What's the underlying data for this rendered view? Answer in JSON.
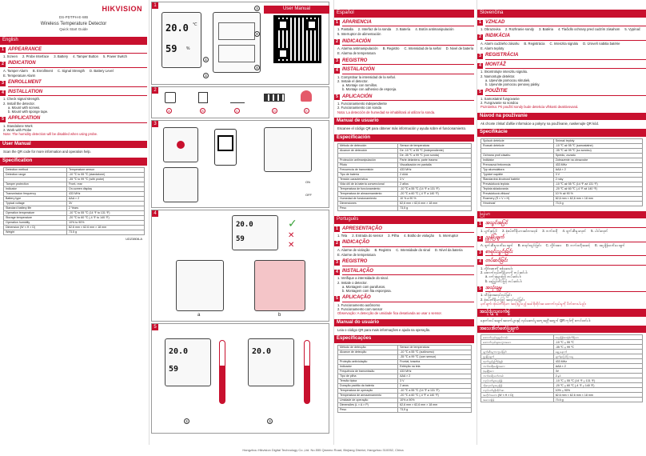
{
  "brand": "HIKVISION",
  "model": "DS-PDTPH-E-WB",
  "product_name": "Wireless Temperature Detector",
  "guide_title": "Quick Start Guide",
  "doc_code": "UD23808-A",
  "footer": "Hangzhou Hikvision Digital Technology Co.,Ltd. No.555 Qianmo Road, Binjiang District, Hangzhou 310052, China",
  "figure": {
    "user_manual_label": "User Manual",
    "display_temp": "20.0",
    "display_hum": "59",
    "temp_unit": "℃",
    "hum_unit": "%",
    "panel_nums": [
      "1",
      "2",
      "3",
      "4",
      "5"
    ],
    "callouts": [
      "①",
      "②",
      "③",
      "④",
      "⑤"
    ],
    "battery_labels": [
      "A",
      "B",
      "C",
      "D",
      "E"
    ],
    "switch_labels": [
      "ON",
      "OFF"
    ],
    "mount_labels": [
      "a",
      "b"
    ],
    "panel5_callouts": [
      "①",
      "②"
    ]
  },
  "english": {
    "lang": "English",
    "appearance_title": "APPEARANCE",
    "appearance_items": [
      "1. Screen",
      "2. Probe Interface",
      "3. Battery",
      "4. Tamper Button",
      "5. Power Switch"
    ],
    "indication_title": "INDICATION",
    "indication_items": [
      "A. Tamper Alarm",
      "B. Enrollment",
      "C. Signal Strength",
      "D. Battery Level",
      "E. Temperature Alarm"
    ],
    "enrollment_title": "ENROLLMENT",
    "installation_title": "INSTALLATION",
    "installation_items": [
      "1. Check signal strength.",
      "2. Install the detector."
    ],
    "installation_sub": [
      "a. Mount with screws.",
      "b. Mount with sponge tape."
    ],
    "application_title": "APPLICATION",
    "application_items": [
      "1. Standalone Work",
      "2. Work with Probe"
    ],
    "application_note": "Note: The humidity detection will be disabled when using probe.",
    "user_manual_title": "User Manual",
    "user_manual_text": "Scan the QR code for more information and operation help.",
    "spec_title": "Specification",
    "spec": [
      [
        "Detection method",
        "Temperature sensor"
      ],
      [
        "Detection range",
        "-10 ℃ to 55 ℃ (standalone)"
      ],
      [
        "",
        "-35 ℃ to 99 ℃ (with probe)"
      ],
      [
        "Tamper protection",
        "Front, rear"
      ],
      [
        "Indicator",
        "On-screen display"
      ],
      [
        "Transmission frequency",
        "433 MHz"
      ],
      [
        "Battery type",
        "AAA × 2"
      ],
      [
        "Typical voltage",
        "3V"
      ],
      [
        "Standard battery life",
        "2 Years"
      ],
      [
        "Operation temperature",
        "-10 ℃ to 55 ℃ (14 ℉ to 131 ℉)"
      ],
      [
        "Storage temperature",
        "-20 ℃ to 60 ℃ (-4 ℉ to 140 ℉)"
      ],
      [
        "Operation humidity",
        "10% to 90%"
      ],
      [
        "Dimension (W × H × D)",
        "62.6 mm × 62.6 mm × 18 mm"
      ],
      [
        "Weight",
        "73.5 g"
      ]
    ]
  },
  "espanol": {
    "lang": "Español",
    "s1": "APARIENCIA",
    "s1_items": [
      "1. Pantalla",
      "2. Interfaz de la sonda",
      "3. Batería",
      "4. Botón antimanipulación",
      "5. Interruptor de alimentación"
    ],
    "s2": "INDICACIÓN",
    "s2_items": [
      "A. Alarma antimanipulación",
      "B. Registro",
      "C. Intensidad de la señal",
      "D. Nivel de batería",
      "E. Alarma de temperatura"
    ],
    "s3": "REGISTRO",
    "s4": "INSTALACIÓN",
    "s4_items": [
      "1. Comprobar la intensidad de la señal.",
      "2. Instale el detector."
    ],
    "s4_sub": [
      "a. Montaje con tornillos.",
      "b. Montaje con adhesivo de esponja."
    ],
    "s5": "APLICACIÓN",
    "s5_items": [
      "1. Funcionamiento independiente",
      "2. Funcionamiento con sonda"
    ],
    "s5_note": "Nota: La detección de humedad se inhabilitará al utilizar la sonda.",
    "manual_title": "Manual de usuario",
    "manual_text": "Escanee el código QR para obtener más información y ayuda sobre el funcionamiento.",
    "spec_title": "Especificación",
    "spec": [
      [
        "Método de detección",
        "Sensor de temperatura"
      ],
      [
        "Alcance de detección",
        "De -10 ℃ a 55 ℃ (independiente)"
      ],
      [
        "",
        "De -35 ℃ a 99 ℃ (con sonda)"
      ],
      [
        "Protección antimanipulación",
        "Parte delantera, parte trasera"
      ],
      [
        "Piloto",
        "Visualización en pantalla"
      ],
      [
        "Frecuencia de transmisión",
        "433 MHz"
      ],
      [
        "Tipo de batería",
        "2 AAA"
      ],
      [
        "Tensión característica",
        "3 V"
      ],
      [
        "Vida útil de la batería convencional",
        "2 años"
      ],
      [
        "Temperatura de funcionamiento",
        "-10 ℃ a 55 ℃ (14 ℉ a 131 ℉)"
      ],
      [
        "Temperatura de almacenamiento",
        "-20 ℃ a 60 ℃ (-4 ℉ a 140 ℉)"
      ],
      [
        "Humedad de funcionamiento",
        "10 % a 90 %"
      ],
      [
        "Dimensiones",
        "62,6 mm × 62,6 mm × 18 mm"
      ],
      [
        "Peso",
        "73,5 g"
      ]
    ]
  },
  "portugues": {
    "lang": "Português",
    "s1": "APRESENTAÇÃO",
    "s1_items": [
      "1. Tela",
      "2. Entrada do sensor",
      "3. Pilha",
      "4. Botão de violação",
      "5. Interruptor"
    ],
    "s2": "INDICAÇÃO",
    "s2_items": [
      "A. Alarme de violação",
      "B. Registro",
      "C. Intensidade do sinal",
      "D. Nível da bateria",
      "E. Alarme de temperatura"
    ],
    "s3": "REGISTRO",
    "s4": "INSTALAÇÃO",
    "s4_items": [
      "1. Verifique a intensidade do sinal.",
      "2. Instale o detector."
    ],
    "s4_sub": [
      "a. Montagem com parafusos.",
      "b. Montagem com fita esponjosa."
    ],
    "s5": "APLICAÇÃO",
    "s5_items": [
      "1. Funcionamento autônomo",
      "2. Funcionamento com sensor"
    ],
    "s5_note": "Observação: A detecção de umidade fica desativada ao usar o sensor.",
    "manual_title": "Manual do usuário",
    "manual_text": "Leia o código QR para mais informações e ajuda na operação.",
    "spec_title": "Especificações",
    "spec": [
      [
        "Método de detecção",
        "Sensor de temperatura"
      ],
      [
        "Alcance de detecção",
        "-10 ℃ a 55 ℃ (autônomo)"
      ],
      [
        "",
        "-35 ℃ a 99 ℃ (com sensor)"
      ],
      [
        "Proteção antiviolação",
        "Frontal, traseira"
      ],
      [
        "Indicador",
        "Exibição na tela"
      ],
      [
        "Frequência de transmissão",
        "433 MHz"
      ],
      [
        "Tipo de pilha",
        "AAA × 2"
      ],
      [
        "Tensão típica",
        "3 V"
      ],
      [
        "Duração padrão da bateria",
        "2 anos"
      ],
      [
        "Temperatura de operação",
        "-10 ℃ a 55 ℃ (14 ℉ a 131 ℉)"
      ],
      [
        "Temperatura de armazenamento",
        "-20 ℃ a 60 ℃ (-4 ℉ a 140 ℉)"
      ],
      [
        "Umidade de operação",
        "10% a 90%"
      ],
      [
        "Dimensões (L × A × P)",
        "62,6 mm × 62,6 mm × 18 mm"
      ],
      [
        "Peso",
        "73,5 g"
      ]
    ]
  },
  "slovencina": {
    "lang": "Slovenčina",
    "s1": "VZHĽAD",
    "s1_items": [
      "1. Obrazovka",
      "2. Rozhranie sondy",
      "3. Batéria",
      "4. Tlačidlo ochrany pred cudzím zásahom",
      "5. Vypínač"
    ],
    "s2": "INDIKÁCIA",
    "s2_items": [
      "A. Alarm cudzieho zásahu",
      "B. Registrácia",
      "C. Intenzita signálu",
      "D. Úroveň nabitia batérie",
      "E. Alarm teploty"
    ],
    "s3": "REGISTRÁCIA",
    "s4": "MONTÁŽ",
    "s4_items": [
      "1. Skontrolujte intenzitu signálu.",
      "2. Namontujte detektor."
    ],
    "s4_sub": [
      "a. Upevnite pomocou skrutiek.",
      "b. Upevnite pomocou penovej pásky."
    ],
    "s5": "POUŽITIE",
    "s5_items": [
      "1. Samostatné fungovanie",
      "2. Fungovanie so sondou"
    ],
    "s5_note": "Poznámka: Pri použití sondy bude detekcia vlhkosti deaktivovaná.",
    "manual_title": "Návod na používanie",
    "manual_text": "Ak chcete získať ďalšie informácie a pokyny na používanie, naskenujte QR kód.",
    "spec_title": "Špecifikácie",
    "spec": [
      [
        "Spôsob detekcie",
        "Snímač teploty"
      ],
      [
        "Rozsah detekcie",
        "-10 ℃ až 55 ℃ (samostatne)"
      ],
      [
        "",
        "-35 ℃ až 99 ℃ (so sondou)"
      ],
      [
        "Ochrana proti zásahu",
        "Spredu, zozadu"
      ],
      [
        "Indikátor",
        "Zobrazenie na obrazovke"
      ],
      [
        "Prenosová frekvencia",
        "433 MHz"
      ],
      [
        "Typ akumulátora",
        "AAA × 2"
      ],
      [
        "Typické napätie",
        "3 V"
      ],
      [
        "Štandardná životnosť batérie",
        "2 roky"
      ],
      [
        "Prevádzková teplota",
        "-10 ℃ až 55 ℃ (14 ℉ až 131 ℉)"
      ],
      [
        "Teplota skladovania",
        "-20 ℃ až 60 ℃ (-4 ℉ až 140 ℉)"
      ],
      [
        "Prevádzková vlhkosť",
        "10 % až 90 %"
      ],
      [
        "Rozmery (Š × V × H)",
        "62,6 mm × 62,6 mm × 18 mm"
      ],
      [
        "Hmotnosť",
        "73,5 g"
      ]
    ]
  },
  "myanmar": {
    "lang": "မြန်မာ",
    "s1": "အသွင်အပြင်",
    "s1_items": [
      "1. မျက်နှာပြင်",
      "2. စုံစမ်းကိရိယာအင်တာဖေ့စ်",
      "3. ဘက်ထရီ",
      "4. ဖျက်ဆီးမှုခလုတ်",
      "5. ပါဝါခလုတ်"
    ],
    "s2": "ညွှန်ပြချက်",
    "s2_items": [
      "A. ဖျက်ဆီးမှုသတိပေးချက်",
      "B. စာရင်းသွင်းခြင်း",
      "C. လှိုင်းအား",
      "D. ဘက်ထရီအဆင့်",
      "E. အပူချိန်သတိပေးချက်"
    ],
    "s3": "စာရင်းသွင်းခြင်း",
    "s4": "တပ်ဆင်ခြင်း",
    "s4_items": [
      "1. လှိုင်းအားကို စစ်ဆေးပါ။",
      "2. ထောက်လှမ်းကိရိယာကို တပ်ဆင်ပါ။"
    ],
    "s4_sub": [
      "a. ဝက်အူများဖြင့် တပ်ဆင်ပါ။",
      "b. ရေမြှုပ်တိပ်ဖြင့် တပ်ဆင်ပါ။"
    ],
    "s5": "အသုံးချမှု",
    "s5_items": [
      "1. သီးခြားအလုပ်လုပ်ခြင်း",
      "2. စုံစမ်းကိရိယာဖြင့် အလုပ်လုပ်ခြင်း"
    ],
    "s5_note": "မှတ်ချက်။ စုံစမ်းကိရိယာ အသုံးပြုသည့်အခါ စိုထိုင်းဆ ထောက်လှမ်းမှုကို ပိတ်ထားပါမည်။",
    "manual_title": "အသုံးပြုသူလက်စွဲ",
    "manual_text": "နောက်ထပ်အချက်အလက်များနှင့် လုပ်ဆောင်မှုအကူအညီအတွက် QR ကုဒ်ကို စကင်ဖတ်ပါ။",
    "spec_title": "အသေးစိတ်ဖော်ပြချက်",
    "spec": [
      [
        "ထောက်လှမ်းမှုနည်းလမ်း",
        "အပူချိန်အာရုံခံကိရိယာ"
      ],
      [
        "ထောက်လှမ်းမှုအကွာအဝေး",
        "-10 ℃ မှ 55 ℃"
      ],
      [
        "",
        "-35 ℃ မှ 99 ℃"
      ],
      [
        "ဖျက်ဆီးမှုကာကွယ်ခြင်း",
        "ရှေ့၊ နောက်"
      ],
      [
        "ညွှန်ပြချက်",
        "မျက်နှာပြင်ပြသမှု"
      ],
      [
        "ထုတ်လွှင့်မှုကြိမ်နှုန်း",
        "433 MHz"
      ],
      [
        "ဘက်ထရီအမျိုးအစား",
        "AAA × 2"
      ],
      [
        "ပုံမှန်ဗို့အား",
        "3V"
      ],
      [
        "ဘက်ထရီသက်တမ်း",
        "2 နှစ်"
      ],
      [
        "လည်ပတ်မှုအပူချိန်",
        "-10 ℃ မှ 55 ℃ (14 ℉ မှ 131 ℉)"
      ],
      [
        "သိုလှောင်မှုအပူချိန်",
        "-20 ℃ မှ 60 ℃ (-4 ℉ မှ 140 ℉)"
      ],
      [
        "လည်ပတ်မှုစိုထိုင်းဆ",
        "10% မှ 90%"
      ],
      [
        "အတိုင်းအတာ (W × H × D)",
        "62.6 mm × 62.6 mm × 18 mm"
      ],
      [
        "အလေးချိန်",
        "73.5 g"
      ]
    ]
  }
}
